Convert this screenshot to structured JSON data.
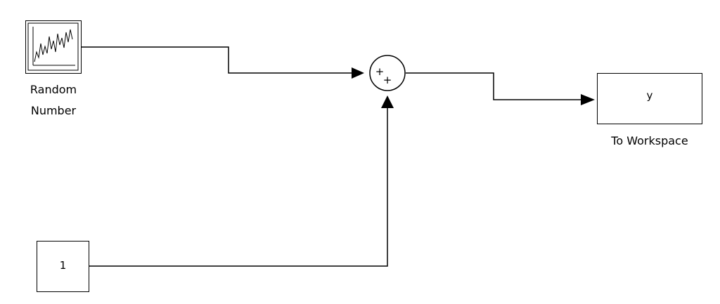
{
  "blocks": {
    "random_number": {
      "label_line1": "Random",
      "label_line2": "Number"
    },
    "sum": {
      "sign_top": "+",
      "sign_bottom": "+"
    },
    "constant": {
      "value": "1"
    },
    "to_workspace": {
      "variable": "y",
      "label": "To Workspace"
    }
  }
}
